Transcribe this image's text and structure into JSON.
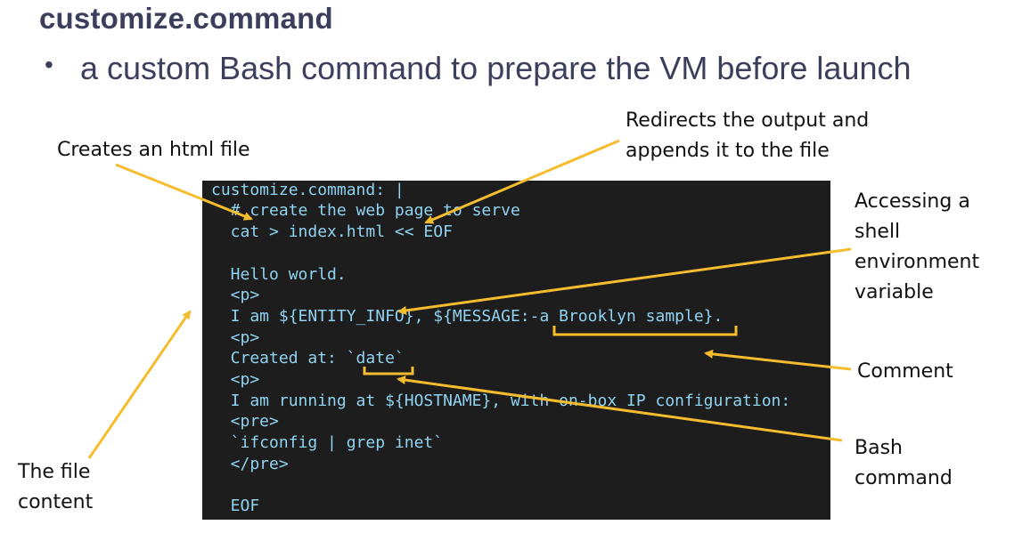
{
  "slide": {
    "title": "customize.command",
    "bullet": "a custom Bash command to prepare the VM before launch"
  },
  "code": {
    "lines": [
      "customize.command: |",
      "  # create the web page to serve",
      "  cat > index.html << EOF",
      "",
      "  Hello world.",
      "  <p>",
      "  I am ${ENTITY_INFO}, ${MESSAGE:-a Brooklyn sample}.",
      "  <p>",
      "  Created at: `date`",
      "  <p>",
      "  I am running at ${HOSTNAME}, with on-box IP configuration:",
      "  <pre>",
      "  `ifconfig | grep inet`",
      "  </pre>",
      "",
      "  EOF"
    ]
  },
  "annotations": {
    "creates_html": [
      "Creates an html file"
    ],
    "redirects": [
      "Redirects the output and",
      "appends it to the file"
    ],
    "env_var": [
      "Accessing a",
      "shell",
      "environment",
      "variable"
    ],
    "comment": [
      "Comment"
    ],
    "bash_command": [
      "Bash",
      "command"
    ],
    "file_content": [
      "The file",
      "content"
    ]
  },
  "colors": {
    "title": "#3c3f5c",
    "code_bg": "#1d1d1d",
    "code_text": "#8fd3f0",
    "arrow": "#f5bd2e",
    "annotation_text": "#111111"
  }
}
